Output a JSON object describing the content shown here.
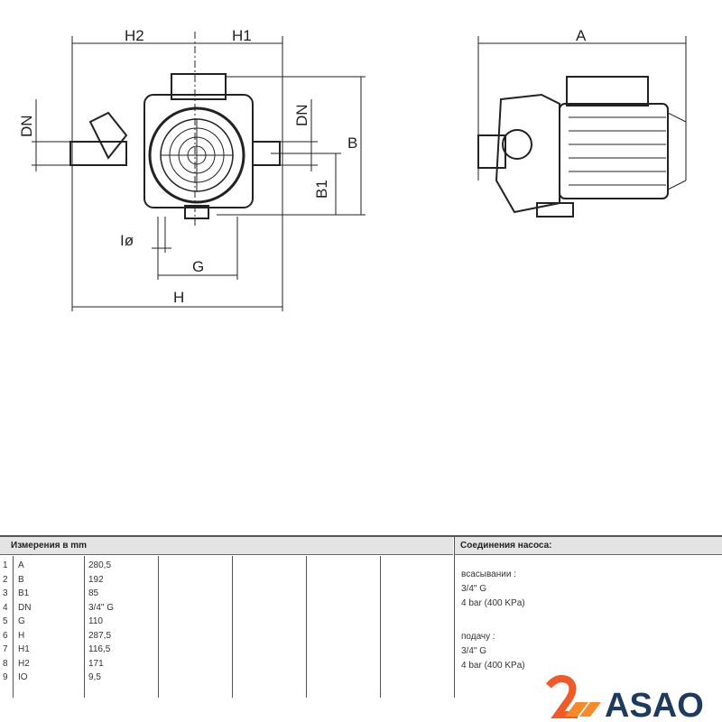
{
  "drawing": {
    "labels": {
      "h2": "H2",
      "h1": "H1",
      "dn_left": "DN",
      "dn_right": "DN",
      "b": "B",
      "b1": "B1",
      "io": "Iø",
      "g": "G",
      "h": "H",
      "a": "A"
    }
  },
  "table": {
    "dimensions_header": "Измерения в  mm",
    "connections_header": "Соединения насоса:",
    "rows": [
      {
        "n": "1",
        "name": "A",
        "value": "280,5"
      },
      {
        "n": "2",
        "name": "B",
        "value": "192"
      },
      {
        "n": "3",
        "name": "B1",
        "value": "85"
      },
      {
        "n": "4",
        "name": "DN",
        "value": "3/4\" G"
      },
      {
        "n": "5",
        "name": "G",
        "value": "110"
      },
      {
        "n": "6",
        "name": "H",
        "value": "287,5"
      },
      {
        "n": "7",
        "name": "H1",
        "value": "116,5"
      },
      {
        "n": "8",
        "name": "H2",
        "value": "171"
      },
      {
        "n": "9",
        "name": "IO",
        "value": "9,5"
      }
    ],
    "connections": {
      "suction_label": "всасывании :",
      "suction_thread": "3/4\" G",
      "suction_pressure": "4 bar (400 KPa)",
      "discharge_label": "подачу  :",
      "discharge_thread": "3/4\" G",
      "discharge_pressure": "4 bar (400 KPa)"
    }
  },
  "logo": {
    "text": "ASAO",
    "colors": {
      "orange": "#f05a28",
      "navy": "#1e3a5c"
    }
  }
}
